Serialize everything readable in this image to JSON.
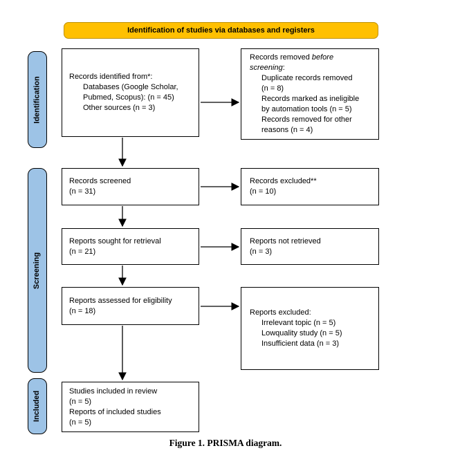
{
  "banner": {
    "label": "Identification of studies via databases and registers"
  },
  "sidebar": {
    "identification": "Identification",
    "screening": "Screening",
    "included": "Included"
  },
  "boxes": {
    "identified": {
      "title": "Records identified from*:",
      "items": [
        [
          "Databases (Google Scholar,",
          "Pubmed, Scopus): (n = 45)"
        ],
        [
          "Other sources (n = 3)"
        ]
      ]
    },
    "removed": {
      "title_prefix": "Records removed ",
      "title_italic_line1": "before",
      "title_italic_line2": "screening",
      "title_suffix": ":",
      "items": [
        [
          "Duplicate records removed",
          "(n = 8)"
        ],
        [
          "Records marked as ineligible",
          "by automation tools (n = 5)"
        ],
        [
          "Records removed for other",
          "reasons (n = 4)"
        ]
      ]
    },
    "screened": {
      "line1": "Records screened",
      "line2": "(n = 31)"
    },
    "excluded": {
      "line1": "Records excluded**",
      "line2": "(n = 10)"
    },
    "sought": {
      "line1": "Reports sought for retrieval",
      "line2": "(n = 21)"
    },
    "not_retrieved": {
      "line1": "Reports not retrieved",
      "line2": "(n = 3)"
    },
    "assessed": {
      "line1": "Reports assessed for eligibility",
      "line2": "(n = 18)"
    },
    "reports_excluded": {
      "title": "Reports excluded:",
      "items": [
        "Irrelevant topic (n = 5)",
        "Lowquality study (n = 5)",
        "Insufficient data (n = 3)"
      ]
    },
    "included": {
      "lines": [
        "Studies included in review",
        "(n = 5)",
        "Reports of included studies",
        "(n = 5)"
      ]
    }
  },
  "caption": "Figure 1. PRISMA diagram.",
  "colors": {
    "banner_bg": "#FFC000",
    "banner_border": "#BF9000",
    "stage_bg": "#9DC3E6",
    "box_border": "#000000",
    "arrow": "#000000"
  }
}
